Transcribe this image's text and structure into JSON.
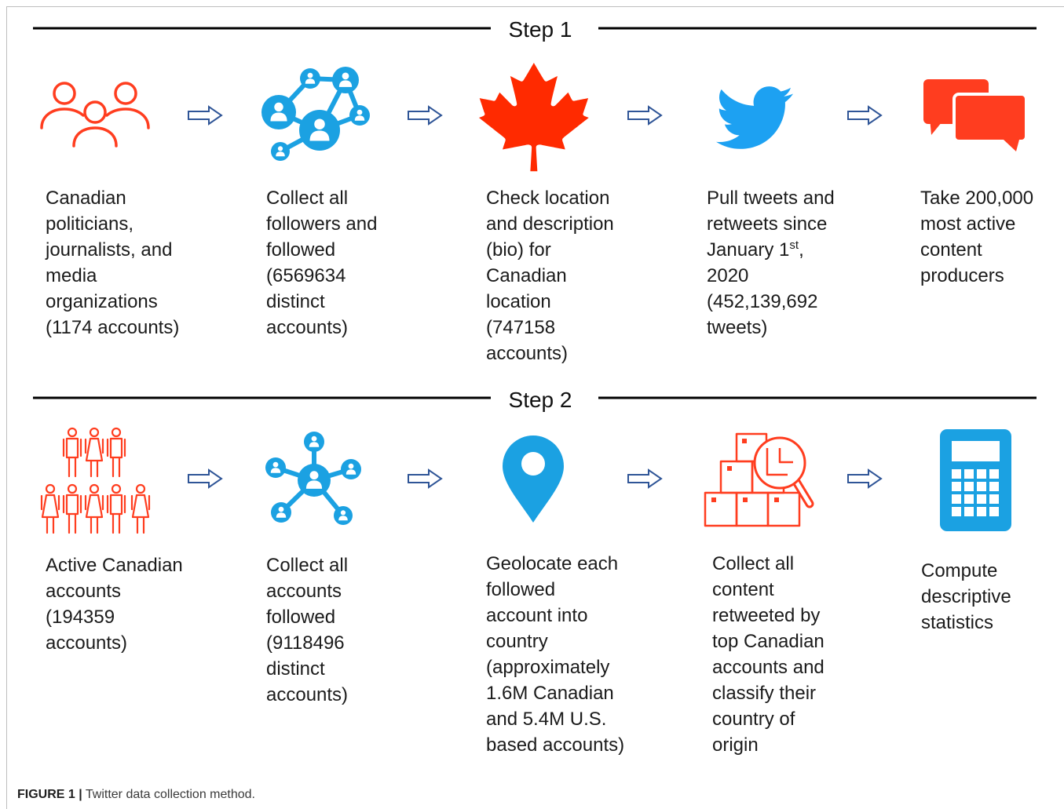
{
  "figure": {
    "steps": [
      {
        "label": "Step 1",
        "columns": [
          {
            "icon": "people-group-icon",
            "lines": [
              "Canadian",
              "politicians,",
              "journalists, and",
              "media",
              "organizations",
              "(1174 accounts)"
            ]
          },
          {
            "icon": "social-network-icon",
            "lines": [
              "Collect all",
              "followers and",
              "followed",
              "(6569634",
              "distinct",
              "accounts)"
            ]
          },
          {
            "icon": "maple-leaf-icon",
            "lines": [
              "Check location",
              "and description",
              "(bio) for",
              "Canadian",
              "location",
              "(747158",
              "accounts)"
            ]
          },
          {
            "icon": "twitter-bird-icon",
            "lines": [
              "Pull tweets and",
              "retweets since",
              {
                "text": "January 1",
                "sup": "st",
                "tail": ","
              },
              "2020",
              "(452,139,692",
              "tweets)"
            ]
          },
          {
            "icon": "speech-bubbles-icon",
            "lines": [
              "Take 200,000",
              "most active",
              "content",
              "producers"
            ]
          }
        ]
      },
      {
        "label": "Step 2",
        "columns": [
          {
            "icon": "crowd-icon",
            "lines": [
              "Active Canadian",
              "accounts",
              "(194359",
              "accounts)"
            ]
          },
          {
            "icon": "network-hub-icon",
            "lines": [
              "Collect all",
              "accounts",
              "followed",
              "(9118496",
              "distinct",
              "accounts)"
            ]
          },
          {
            "icon": "location-pin-icon",
            "lines": [
              "Geolocate each",
              "followed",
              "account into",
              "country",
              "(approximately",
              "1.6M Canadian",
              "and 5.4M U.S.",
              "based accounts)"
            ]
          },
          {
            "icon": "boxes-magnifier-icon",
            "lines": [
              "Collect all",
              "content",
              "retweeted by",
              "top Canadian",
              "accounts and",
              "classify their",
              "country of",
              "origin"
            ]
          },
          {
            "icon": "calculator-icon",
            "lines": [
              "Compute",
              "descriptive",
              "statistics"
            ]
          }
        ]
      }
    ],
    "arrow_icon": "right-arrow-icon",
    "caption": {
      "label": "FIGURE 1 |",
      "text": "Twitter data collection method."
    }
  },
  "colors": {
    "orange_red": "#FF3D1F",
    "maple_red": "#FF2A00",
    "network_blue": "#1BA1E2",
    "twitter_blue": "#1DA1F2",
    "arrow_navy": "#2F5597",
    "rule_black": "#000000"
  }
}
